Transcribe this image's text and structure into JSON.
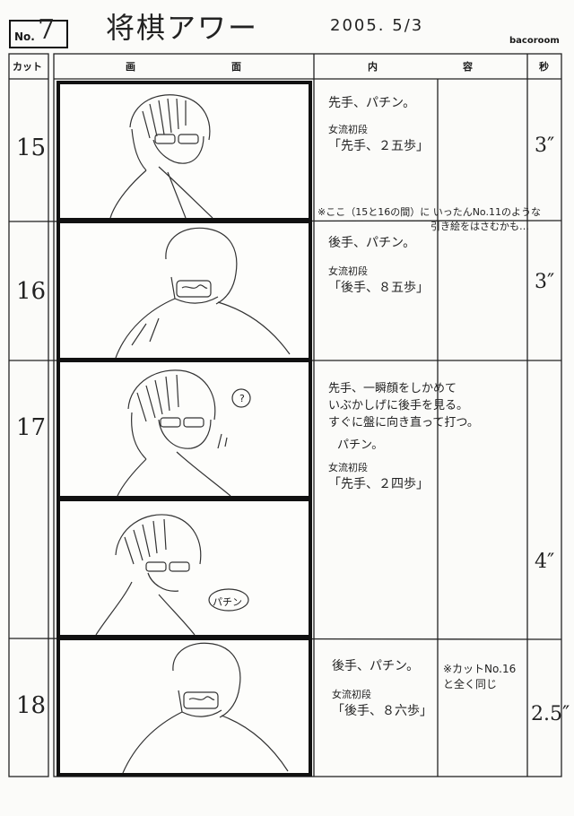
{
  "header": {
    "no_label": "No.",
    "no_value": "7",
    "title": "将棋アワー",
    "date": "2005. 5/3",
    "brand": "bacoroom"
  },
  "columns": {
    "cut": "カット",
    "screen_a": "画",
    "screen_b": "面",
    "content_a": "内",
    "content_b": "容",
    "seconds": "秒"
  },
  "cuts": [
    {
      "number": "15",
      "duration": "3″",
      "lines": [
        "先手、パチン。",
        "女流初段",
        "「先手、２五歩」"
      ],
      "note": ""
    },
    {
      "number": "16",
      "duration": "3″",
      "lines": [
        "後手、パチン。",
        "女流初段",
        "「後手、８五歩」"
      ],
      "note": ""
    },
    {
      "number": "17",
      "duration": "4″",
      "lines": [
        "先手、一瞬顔をしかめて",
        "いぶかしげに後手を見る。",
        "すぐに盤に向き直って打つ。",
        "パチン。",
        "女流初段",
        "「先手、２四歩」"
      ],
      "note": ""
    },
    {
      "number": "18",
      "duration": "2.5″",
      "lines": [
        "後手、パチン。",
        "女流初段",
        "「後手、８六歩」"
      ],
      "note": "※カットNo.16と全く同じ"
    }
  ],
  "insert_note": {
    "line1": "※ここ（15と16の間）に いったんNo.11のような",
    "line2": "引き絵をはさむかも…"
  },
  "sfx": {
    "question": "?",
    "pachin": "パチン"
  }
}
